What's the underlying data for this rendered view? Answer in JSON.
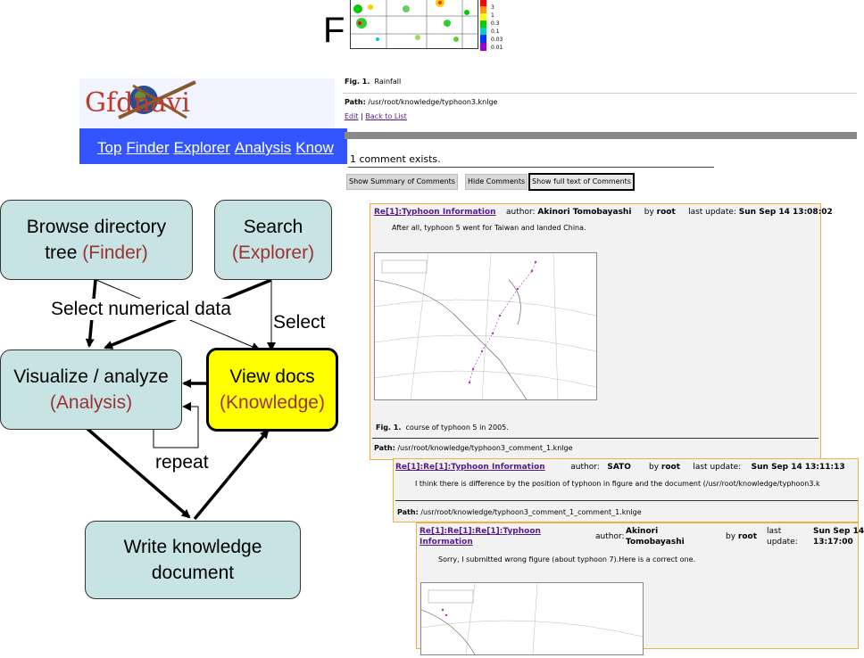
{
  "slide": {
    "title_fragment": "F"
  },
  "rain_figure": {
    "colorbar_labels": [
      "3",
      "1",
      "0.3",
      "0.1",
      "0.03",
      "0.01"
    ],
    "colorbar_colors": [
      "#ff0000",
      "#ff9900",
      "#ffff00",
      "#00cc00",
      "#00cccc",
      "#0033ff",
      "#9900cc"
    ]
  },
  "gfdnavi": {
    "logo": "Gfdnavi",
    "nav": [
      "Top",
      "Finder",
      "Explorer",
      "Analysis",
      "Know"
    ]
  },
  "flow": {
    "browse": {
      "line1": "Browse directory",
      "line2": "tree ",
      "accent": "(Finder)"
    },
    "search": {
      "line1": "Search",
      "accent": "(Explorer)"
    },
    "visualize": {
      "line1": "Visualize / analyze",
      "accent": "(Analysis)"
    },
    "view_docs": {
      "line1": "View docs",
      "accent": "(Knowledge)"
    },
    "write": {
      "line1": "Write knowledge",
      "line2": "document"
    },
    "labels": {
      "select_numerical": "Select numerical data",
      "select": "Select",
      "repeat": "repeat"
    },
    "colors": {
      "box_fill": "#c7e3e4",
      "highlight_fill": "#ffff00",
      "accent_text": "#993333"
    }
  },
  "knowledge": {
    "fig_label": "Fig. 1.",
    "fig_title": "Rainfall",
    "path_label": "Path:",
    "path_value": "/usr/root/knowledge/typhoon3.knlge",
    "edit_link": "Edit",
    "separator": "|",
    "back_link": "Back to List",
    "comment_count": "1 comment exists.",
    "buttons": [
      "Show Summary of Comments",
      "Hide Comments",
      "Show full text of Comments"
    ],
    "comments": [
      {
        "title": "Re[1]:Typhoon Information",
        "author_label": "author:",
        "author": "Akinori Tomobayashi",
        "by_label": "by",
        "by": "root",
        "update_label": "last update:",
        "update": "Sun Sep 14 13:08:02",
        "body": "After all, typhoon 5 went for Taiwan and landed China.",
        "fig_label": "Fig. 1.",
        "fig_caption": "course of typhoon 5 in 2005.",
        "path_label": "Path:",
        "path_value": "/usr/root/knowledge/typhoon3_comment_1.knlge"
      },
      {
        "title": "Re[1]:Re[1]:Typhoon Information",
        "author_label": "author:",
        "author": "SATO",
        "by_label": "by",
        "by": "root",
        "update_label": "last update:",
        "update": "Sun Sep 14 13:11:13",
        "body": "I think there is difference by the position of typhoon in figure and the document (/usr/root/knowledge/typhoon3.k",
        "path_label": "Path:",
        "path_value": "/usr/root/knowledge/typhoon3_comment_1_comment_1.knlge"
      },
      {
        "title_line1": "Re[1]:Re[1]:Re[1]:Typhoon",
        "title_line2": "Information",
        "author_label": "author:",
        "author_line1": "Akinori",
        "author_line2": "Tomobayashi",
        "by_label": "by",
        "by": "root",
        "update_label_line1": "last",
        "update_label_line2": "update:",
        "update_line1": "Sun Sep 14",
        "update_line2": "13:17:00",
        "body": "Sorry, I submitted wrong figure (about typhoon 7).Here is a correct one."
      }
    ]
  }
}
